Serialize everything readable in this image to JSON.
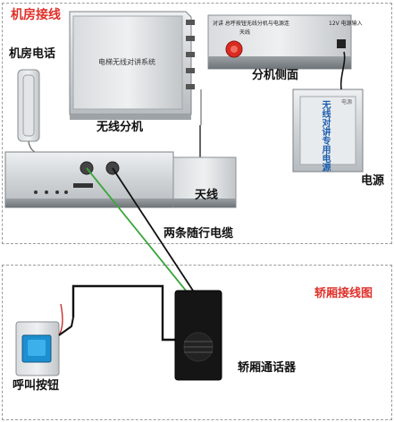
{
  "labels": {
    "machine_room_wiring": "机房接线",
    "machine_room_phone": "机房电话",
    "wireless_unit": "无线分机",
    "unit_side": "分机侧面",
    "power_supply": "电源",
    "antenna": "天线",
    "trailing_cables": "两条随行电缆",
    "car_wiring_diagram": "轿厢接线图",
    "call_button": "呼叫按钮",
    "car_intercom": "轿厢通话器"
  },
  "device_text": {
    "unit_front": "电梯无线对讲系统",
    "unit_side_left": "对讲  总呼按钮无线分机与电源连",
    "unit_side_sub": "天线",
    "unit_side_right": "12V 电源输入",
    "power_box_vertical": "无线对讲专用电源",
    "power_box_logo": "电源"
  },
  "colors": {
    "title_red": "#e0302a",
    "cable_green": "#3aa63a",
    "cable_black": "#111111",
    "dash_border": "#9a9a9a",
    "panel_silver": "#d4d7d9"
  }
}
